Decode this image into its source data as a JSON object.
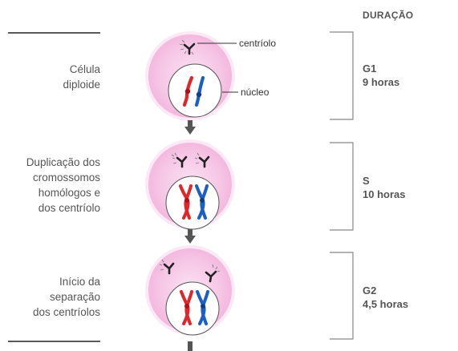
{
  "header": {
    "duration_label": "DURAÇÃO"
  },
  "stages": [
    {
      "label_lines": [
        "Célula",
        "diploide"
      ],
      "phase": "G1",
      "duration": "9 horas"
    },
    {
      "label_lines": [
        "Duplicação dos",
        "cromossomos",
        "homólogos e",
        "dos centríolo"
      ],
      "phase": "S",
      "duration": "10 horas"
    },
    {
      "label_lines": [
        "Início da",
        "separação",
        "dos centríolos"
      ],
      "phase": "G2",
      "duration": "4,5 horas"
    }
  ],
  "callouts": {
    "centriolo": "centríolo",
    "nucleo": "núcleo"
  },
  "colors": {
    "cell_fill": "#f6c6e6",
    "cell_edge": "#ffe6f6",
    "nucleus_fill": "#ffffff",
    "nucleus_stroke": "#555555",
    "chromosome_red": "#e0262a",
    "chromosome_blue": "#1c5fc4",
    "centromere_red": "#b01018",
    "centromere_blue": "#113d86",
    "arrow": "#555555",
    "bracket": "#888888",
    "rule": "#222222"
  },
  "icons": [
    "centriole-icon",
    "chromosome-icon",
    "down-arrow-icon"
  ]
}
